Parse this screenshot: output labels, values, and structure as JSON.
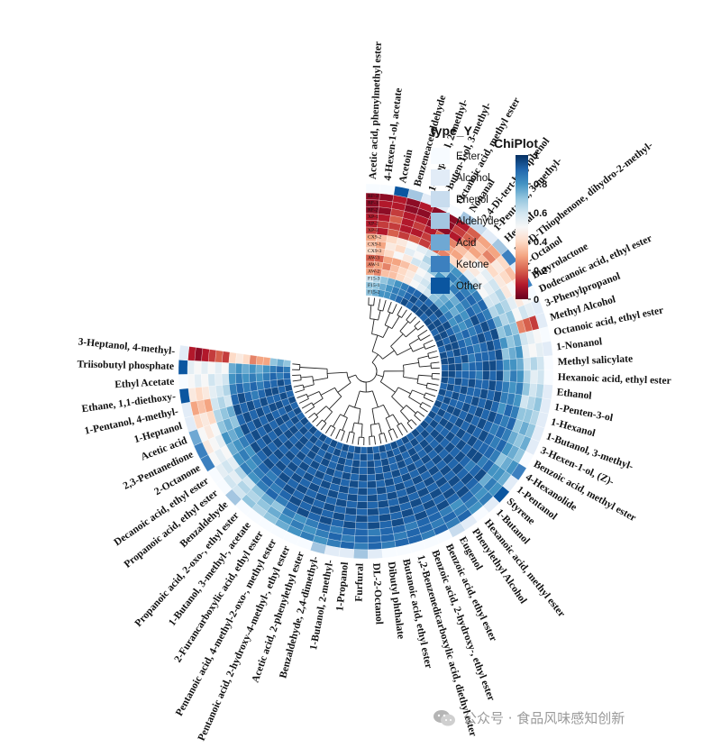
{
  "chart_data": {
    "type": "heatmap",
    "layout": "circular",
    "title": "",
    "samples": [
      "RF-3",
      "RF-1",
      "RF-2",
      "XP-1",
      "XP-2",
      "XP-3",
      "CX9-2",
      "CX9-1",
      "CX9-3",
      "AW-3",
      "AW-1",
      "AW-2",
      "F15-3",
      "F15-1",
      "F15-2"
    ],
    "compounds": [
      "Acetic acid, phenylmethyl ester",
      "4-Hexen-1-ol, acetate",
      "Acetoin",
      "Benzeneacetaldehyde",
      "1-Propanol, 2-methyl-",
      "3-Buten-1-ol, 3-methyl-",
      "Octanoic acid, methyl ester",
      "Nonanal",
      "2,4-Di-tert-butylphenol",
      "1-Pentanol, 3-methyl-",
      "Hexanal",
      "3(2H)-Thiophenone, dihydro-2-methyl-",
      "1-Octanol",
      "Butyrolactone",
      "Dodecanoic acid, ethyl ester",
      "3-Phenylpropanol",
      "Methyl Alcohol",
      "Octanoic acid, ethyl ester",
      "1-Nonanol",
      "Methyl salicylate",
      "Hexanoic acid, ethyl ester",
      "Ethanol",
      "1-Penten-3-ol",
      "1-Hexanol",
      "1-Butanol, 3-methyl-",
      "3-Hexen-1-ol, (Z)-",
      "Benzoic acid, methyl ester",
      "4-Hexanolide",
      "1-Pentanol",
      "Styrene",
      "1-Butanol",
      "Hexanoic acid, methyl ester",
      "Phenylethyl Alcohol",
      "Eugenol",
      "Benzoic acid, ethyl ester",
      "Benzoic acid, 2-hydroxy-, ethyl ester",
      "1,2-Benzenedicarboxylic acid, diethyl ester",
      "Butanoic acid, ethyl ester",
      "Dibutyl phthalate",
      "DL-2-Octanol",
      "Furfural",
      "1-Propanol",
      "1-Butanol, 2-methyl-",
      "Benzaldehyde, 2,4-dimethyl-",
      "Acetic acid, 2-phenylethyl ester",
      "Pentanoic acid, 2-hydroxy-4-methyl-, ethyl ester",
      "Pentanoic acid, 4-methyl-2-oxo-, methyl ester",
      "2-Furancarboxylic acid, ethyl ester",
      "1-Butanol, 3-methyl-, acetate",
      "Propanoic acid, 2-oxo-, ethyl ester",
      "Benzaldehyde",
      "Propanoic acid, ethyl ester",
      "Decanoic acid, ethyl ester",
      "2-Octanone",
      "2,3-Pentanedione",
      "Acetic acid",
      "1-Heptanol",
      "1-Pentanol, 4-methyl-",
      "Ethane, 1,1-diethoxy-",
      "Ethyl Acetate",
      "Triisobutyl phosphate",
      "3-Heptanol, 4-methyl-"
    ],
    "type_Y": [
      "Ester",
      "Ester",
      "Other",
      "Aldehyde",
      "Alcohol",
      "Alcohol",
      "Ester",
      "Aldehyde",
      "Phenol",
      "Alcohol",
      "Aldehyde",
      "Ketone",
      "Alcohol",
      "Ketone",
      "Ester",
      "Alcohol",
      "Alcohol",
      "Ester",
      "Alcohol",
      "Ester",
      "Ester",
      "Alcohol",
      "Alcohol",
      "Alcohol",
      "Alcohol",
      "Alcohol",
      "Ester",
      "Ketone",
      "Alcohol",
      "Other",
      "Alcohol",
      "Ester",
      "Alcohol",
      "Phenol",
      "Ester",
      "Ester",
      "Ester",
      "Ester",
      "Ester",
      "Alcohol",
      "Aldehyde",
      "Alcohol",
      "Alcohol",
      "Aldehyde",
      "Ester",
      "Ester",
      "Ester",
      "Ester",
      "Ester",
      "Ester",
      "Aldehyde",
      "Ester",
      "Ester",
      "Ketone",
      "Ketone",
      "Acid",
      "Alcohol",
      "Alcohol",
      "Other",
      "Ester",
      "Other",
      "Alcohol"
    ],
    "legend_type": {
      "title": "type_Y",
      "entries": [
        {
          "label": "Ester",
          "color": "#f7fbff"
        },
        {
          "label": "Alcohol",
          "color": "#e2ecf7"
        },
        {
          "label": "Phenol",
          "color": "#c8dcee"
        },
        {
          "label": "Aldehyde",
          "color": "#a4c6e1"
        },
        {
          "label": "Acid",
          "color": "#6fa8d3"
        },
        {
          "label": "Ketone",
          "color": "#3c80bf"
        },
        {
          "label": "Other",
          "color": "#0b56a0"
        }
      ]
    },
    "colorbar": {
      "title": "ChiPlot",
      "min": 0,
      "max": 1,
      "ticks": [
        "0",
        "0.2",
        "0.4",
        "0.6",
        "0.8",
        "1"
      ],
      "colors": [
        "#67001f",
        "#b2182b",
        "#d6604d",
        "#f4a582",
        "#fddbc7",
        "#f7f7f7",
        "#d1e5f0",
        "#92c5de",
        "#4393c3",
        "#2166ac",
        "#053061"
      ]
    },
    "values": [
      [
        0.05,
        0.05,
        0.05,
        0.1,
        0.1,
        0.15,
        0.3,
        0.35,
        0.4,
        0.2,
        0.25,
        0.3,
        0.6,
        0.7,
        0.7
      ],
      [
        0.05,
        0.1,
        0.05,
        0.1,
        0.15,
        0.1,
        0.35,
        0.3,
        0.35,
        0.2,
        0.3,
        0.25,
        0.65,
        0.7,
        0.75
      ],
      [
        0.1,
        0.1,
        0.15,
        0.2,
        0.15,
        0.2,
        0.4,
        0.45,
        0.4,
        0.3,
        0.25,
        0.35,
        0.7,
        0.75,
        0.8
      ],
      [
        0.05,
        0.05,
        0.1,
        0.1,
        0.1,
        0.15,
        0.45,
        0.4,
        0.5,
        0.3,
        0.35,
        0.35,
        0.75,
        0.8,
        0.8
      ],
      [
        0.1,
        0.05,
        0.1,
        0.15,
        0.1,
        0.2,
        0.5,
        0.55,
        0.45,
        0.35,
        0.4,
        0.4,
        0.8,
        0.85,
        0.85
      ],
      [
        0.05,
        0.1,
        0.05,
        0.1,
        0.15,
        0.15,
        0.55,
        0.5,
        0.6,
        0.4,
        0.45,
        0.45,
        0.85,
        0.85,
        0.9
      ],
      [
        0.05,
        0.05,
        0.05,
        0.2,
        0.25,
        0.2,
        0.6,
        0.65,
        0.6,
        0.5,
        0.55,
        0.5,
        0.9,
        0.9,
        0.95
      ],
      [
        0.1,
        0.15,
        0.1,
        0.25,
        0.3,
        0.25,
        0.7,
        0.65,
        0.7,
        0.55,
        0.6,
        0.55,
        0.9,
        0.95,
        0.9
      ],
      [
        0.2,
        0.2,
        0.25,
        0.35,
        0.3,
        0.4,
        0.75,
        0.7,
        0.8,
        0.6,
        0.65,
        0.6,
        0.95,
        0.9,
        0.95
      ],
      [
        0.3,
        0.35,
        0.3,
        0.4,
        0.45,
        0.4,
        0.8,
        0.85,
        0.75,
        0.65,
        0.7,
        0.7,
        0.9,
        0.95,
        0.95
      ],
      [
        0.3,
        0.25,
        0.35,
        0.5,
        0.45,
        0.55,
        0.85,
        0.8,
        0.85,
        0.7,
        0.75,
        0.75,
        0.95,
        0.95,
        0.9
      ],
      [
        0.4,
        0.45,
        0.4,
        0.55,
        0.5,
        0.6,
        0.8,
        0.85,
        0.9,
        0.75,
        0.8,
        0.8,
        0.95,
        0.9,
        0.95
      ],
      [
        0.35,
        0.4,
        0.45,
        0.6,
        0.55,
        0.5,
        0.85,
        0.9,
        0.85,
        0.8,
        0.75,
        0.85,
        0.9,
        0.95,
        0.95
      ],
      [
        0.45,
        0.5,
        0.45,
        0.65,
        0.6,
        0.6,
        0.9,
        0.85,
        0.9,
        0.8,
        0.85,
        0.8,
        0.95,
        0.95,
        0.9
      ],
      [
        0.5,
        0.45,
        0.55,
        0.65,
        0.7,
        0.65,
        0.85,
        0.9,
        0.95,
        0.85,
        0.8,
        0.85,
        0.9,
        0.95,
        0.95
      ],
      [
        0.55,
        0.6,
        0.5,
        0.7,
        0.65,
        0.75,
        0.9,
        0.95,
        0.9,
        0.85,
        0.9,
        0.85,
        0.95,
        0.9,
        0.95
      ],
      [
        0.15,
        0.2,
        0.25,
        0.7,
        0.75,
        0.7,
        0.95,
        0.9,
        0.95,
        0.9,
        0.85,
        0.9,
        0.95,
        0.95,
        0.9
      ],
      [
        0.5,
        0.55,
        0.6,
        0.75,
        0.7,
        0.8,
        0.9,
        0.95,
        0.9,
        0.85,
        0.9,
        0.9,
        0.95,
        0.9,
        0.95
      ],
      [
        0.55,
        0.5,
        0.55,
        0.8,
        0.75,
        0.7,
        0.95,
        0.9,
        0.9,
        0.9,
        0.85,
        0.95,
        0.9,
        0.95,
        0.95
      ],
      [
        0.6,
        0.65,
        0.6,
        0.75,
        0.8,
        0.8,
        0.9,
        0.95,
        0.95,
        0.9,
        0.9,
        0.85,
        0.95,
        0.95,
        0.9
      ],
      [
        0.6,
        0.55,
        0.65,
        0.8,
        0.85,
        0.75,
        0.95,
        0.9,
        0.95,
        0.85,
        0.9,
        0.9,
        0.9,
        0.95,
        0.95
      ],
      [
        0.65,
        0.6,
        0.7,
        0.85,
        0.8,
        0.85,
        0.9,
        0.95,
        0.9,
        0.9,
        0.95,
        0.9,
        0.95,
        0.9,
        0.95
      ],
      [
        0.7,
        0.65,
        0.6,
        0.8,
        0.85,
        0.85,
        0.95,
        0.9,
        0.95,
        0.9,
        0.9,
        0.95,
        0.9,
        0.95,
        0.9
      ],
      [
        0.65,
        0.7,
        0.7,
        0.85,
        0.9,
        0.8,
        0.9,
        0.95,
        0.9,
        0.95,
        0.9,
        0.9,
        0.95,
        0.9,
        0.95
      ],
      [
        0.7,
        0.75,
        0.7,
        0.9,
        0.85,
        0.9,
        0.95,
        0.9,
        0.95,
        0.9,
        0.95,
        0.9,
        0.9,
        0.95,
        0.9
      ],
      [
        0.75,
        0.7,
        0.75,
        0.85,
        0.9,
        0.85,
        0.9,
        0.95,
        0.9,
        0.95,
        0.9,
        0.95,
        0.95,
        0.9,
        0.95
      ],
      [
        0.7,
        0.75,
        0.8,
        0.9,
        0.85,
        0.9,
        0.95,
        0.9,
        0.95,
        0.9,
        0.95,
        0.9,
        0.9,
        0.95,
        0.9
      ],
      [
        0.8,
        0.75,
        0.7,
        0.85,
        0.9,
        0.9,
        0.9,
        0.95,
        0.9,
        0.95,
        0.9,
        0.95,
        0.95,
        0.9,
        0.95
      ],
      [
        0.75,
        0.8,
        0.8,
        0.9,
        0.85,
        0.95,
        0.95,
        0.9,
        0.95,
        0.9,
        0.95,
        0.9,
        0.9,
        0.95,
        0.9
      ],
      [
        0.8,
        0.85,
        0.75,
        0.95,
        0.9,
        0.85,
        0.9,
        0.95,
        0.9,
        0.95,
        0.9,
        0.95,
        0.95,
        0.9,
        0.95
      ],
      [
        0.85,
        0.8,
        0.85,
        0.9,
        0.95,
        0.9,
        0.95,
        0.9,
        0.95,
        0.9,
        0.95,
        0.9,
        0.9,
        0.95,
        0.9
      ],
      [
        0.8,
        0.85,
        0.9,
        0.95,
        0.9,
        0.95,
        0.9,
        0.95,
        0.9,
        0.95,
        0.9,
        0.95,
        0.95,
        0.9,
        0.95
      ],
      [
        0.9,
        0.85,
        0.8,
        0.9,
        0.95,
        0.9,
        0.95,
        0.9,
        0.95,
        0.9,
        0.95,
        0.9,
        0.9,
        0.95,
        0.9
      ],
      [
        0.85,
        0.9,
        0.85,
        0.95,
        0.9,
        0.95,
        0.9,
        0.95,
        0.9,
        0.95,
        0.9,
        0.95,
        0.95,
        0.9,
        0.95
      ],
      [
        0.9,
        0.85,
        0.9,
        0.9,
        0.95,
        0.9,
        0.95,
        0.9,
        0.95,
        0.9,
        0.95,
        0.9,
        0.9,
        0.95,
        0.9
      ],
      [
        0.85,
        0.9,
        0.9,
        0.95,
        0.9,
        0.95,
        0.9,
        0.95,
        0.9,
        0.95,
        0.9,
        0.95,
        0.95,
        0.9,
        0.95
      ],
      [
        0.9,
        0.9,
        0.85,
        0.9,
        0.95,
        0.9,
        0.95,
        0.9,
        0.95,
        0.9,
        0.95,
        0.9,
        0.9,
        0.95,
        0.9
      ],
      [
        0.9,
        0.85,
        0.9,
        0.95,
        0.9,
        0.95,
        0.9,
        0.95,
        0.9,
        0.95,
        0.9,
        0.95,
        0.95,
        0.9,
        0.95
      ],
      [
        0.85,
        0.9,
        0.9,
        0.9,
        0.95,
        0.9,
        0.95,
        0.9,
        0.95,
        0.9,
        0.95,
        0.9,
        0.9,
        0.95,
        0.9
      ],
      [
        0.9,
        0.9,
        0.85,
        0.95,
        0.9,
        0.95,
        0.9,
        0.95,
        0.9,
        0.95,
        0.9,
        0.95,
        0.95,
        0.9,
        0.95
      ],
      [
        0.85,
        0.9,
        0.9,
        0.9,
        0.95,
        0.9,
        0.95,
        0.9,
        0.95,
        0.9,
        0.95,
        0.9,
        0.9,
        0.95,
        0.9
      ],
      [
        0.9,
        0.85,
        0.9,
        0.95,
        0.9,
        0.95,
        0.9,
        0.95,
        0.9,
        0.95,
        0.9,
        0.95,
        0.95,
        0.9,
        0.95
      ],
      [
        0.85,
        0.9,
        0.85,
        0.9,
        0.95,
        0.9,
        0.95,
        0.9,
        0.95,
        0.9,
        0.95,
        0.9,
        0.9,
        0.95,
        0.9
      ],
      [
        0.8,
        0.85,
        0.9,
        0.95,
        0.9,
        0.95,
        0.9,
        0.95,
        0.9,
        0.95,
        0.9,
        0.95,
        0.95,
        0.9,
        0.95
      ],
      [
        0.85,
        0.8,
        0.85,
        0.9,
        0.95,
        0.9,
        0.95,
        0.9,
        0.95,
        0.9,
        0.95,
        0.9,
        0.9,
        0.95,
        0.9
      ],
      [
        0.8,
        0.85,
        0.8,
        0.95,
        0.9,
        0.95,
        0.9,
        0.95,
        0.9,
        0.95,
        0.9,
        0.95,
        0.95,
        0.9,
        0.95
      ],
      [
        0.75,
        0.8,
        0.85,
        0.9,
        0.95,
        0.9,
        0.95,
        0.9,
        0.95,
        0.9,
        0.95,
        0.9,
        0.9,
        0.95,
        0.9
      ],
      [
        0.7,
        0.75,
        0.7,
        0.85,
        0.9,
        0.95,
        0.9,
        0.95,
        0.9,
        0.95,
        0.9,
        0.95,
        0.95,
        0.9,
        0.95
      ],
      [
        0.65,
        0.7,
        0.75,
        0.9,
        0.85,
        0.9,
        0.95,
        0.9,
        0.95,
        0.9,
        0.95,
        0.9,
        0.9,
        0.95,
        0.9
      ],
      [
        0.7,
        0.65,
        0.7,
        0.85,
        0.9,
        0.85,
        0.9,
        0.95,
        0.9,
        0.95,
        0.9,
        0.95,
        0.95,
        0.9,
        0.95
      ],
      [
        0.6,
        0.65,
        0.6,
        0.8,
        0.85,
        0.9,
        0.95,
        0.9,
        0.95,
        0.9,
        0.95,
        0.9,
        0.9,
        0.95,
        0.9
      ],
      [
        0.6,
        0.55,
        0.65,
        0.85,
        0.8,
        0.85,
        0.9,
        0.95,
        0.9,
        0.95,
        0.9,
        0.95,
        0.95,
        0.9,
        0.95
      ],
      [
        0.55,
        0.6,
        0.55,
        0.8,
        0.85,
        0.8,
        0.95,
        0.9,
        0.95,
        0.9,
        0.95,
        0.9,
        0.9,
        0.95,
        0.9
      ],
      [
        0.5,
        0.55,
        0.5,
        0.75,
        0.8,
        0.85,
        0.9,
        0.95,
        0.9,
        0.95,
        0.9,
        0.95,
        0.95,
        0.9,
        0.95
      ],
      [
        0.45,
        0.5,
        0.55,
        0.8,
        0.75,
        0.8,
        0.95,
        0.9,
        0.95,
        0.9,
        0.95,
        0.9,
        0.9,
        0.95,
        0.9
      ],
      [
        0.5,
        0.45,
        0.5,
        0.7,
        0.75,
        0.7,
        0.9,
        0.95,
        0.9,
        0.95,
        0.9,
        0.95,
        0.95,
        0.9,
        0.95
      ],
      [
        0.4,
        0.45,
        0.4,
        0.65,
        0.7,
        0.75,
        0.95,
        0.9,
        0.95,
        0.9,
        0.95,
        0.9,
        0.9,
        0.95,
        0.9
      ],
      [
        0.3,
        0.35,
        0.3,
        0.6,
        0.65,
        0.6,
        0.9,
        0.95,
        0.9,
        0.85,
        0.9,
        0.95,
        0.95,
        0.9,
        0.95
      ],
      [
        0.45,
        0.4,
        0.45,
        0.55,
        0.6,
        0.65,
        0.85,
        0.9,
        0.85,
        0.9,
        0.85,
        0.9,
        0.9,
        0.95,
        0.9
      ],
      [
        0.5,
        0.55,
        0.5,
        0.6,
        0.55,
        0.6,
        0.8,
        0.85,
        0.8,
        0.85,
        0.8,
        0.85,
        0.9,
        0.85,
        0.9
      ],
      [
        0.55,
        0.5,
        0.55,
        0.5,
        0.55,
        0.5,
        0.75,
        0.8,
        0.75,
        0.8,
        0.75,
        0.8,
        0.85,
        0.9,
        0.85
      ],
      [
        0.1,
        0.05,
        0.1,
        0.15,
        0.2,
        0.15,
        0.4,
        0.45,
        0.4,
        0.25,
        0.3,
        0.3,
        0.7,
        0.75,
        0.7
      ]
    ]
  },
  "watermark": {
    "text": "公众号 · 食品风味感知创新",
    "icon": "wechat-icon"
  }
}
